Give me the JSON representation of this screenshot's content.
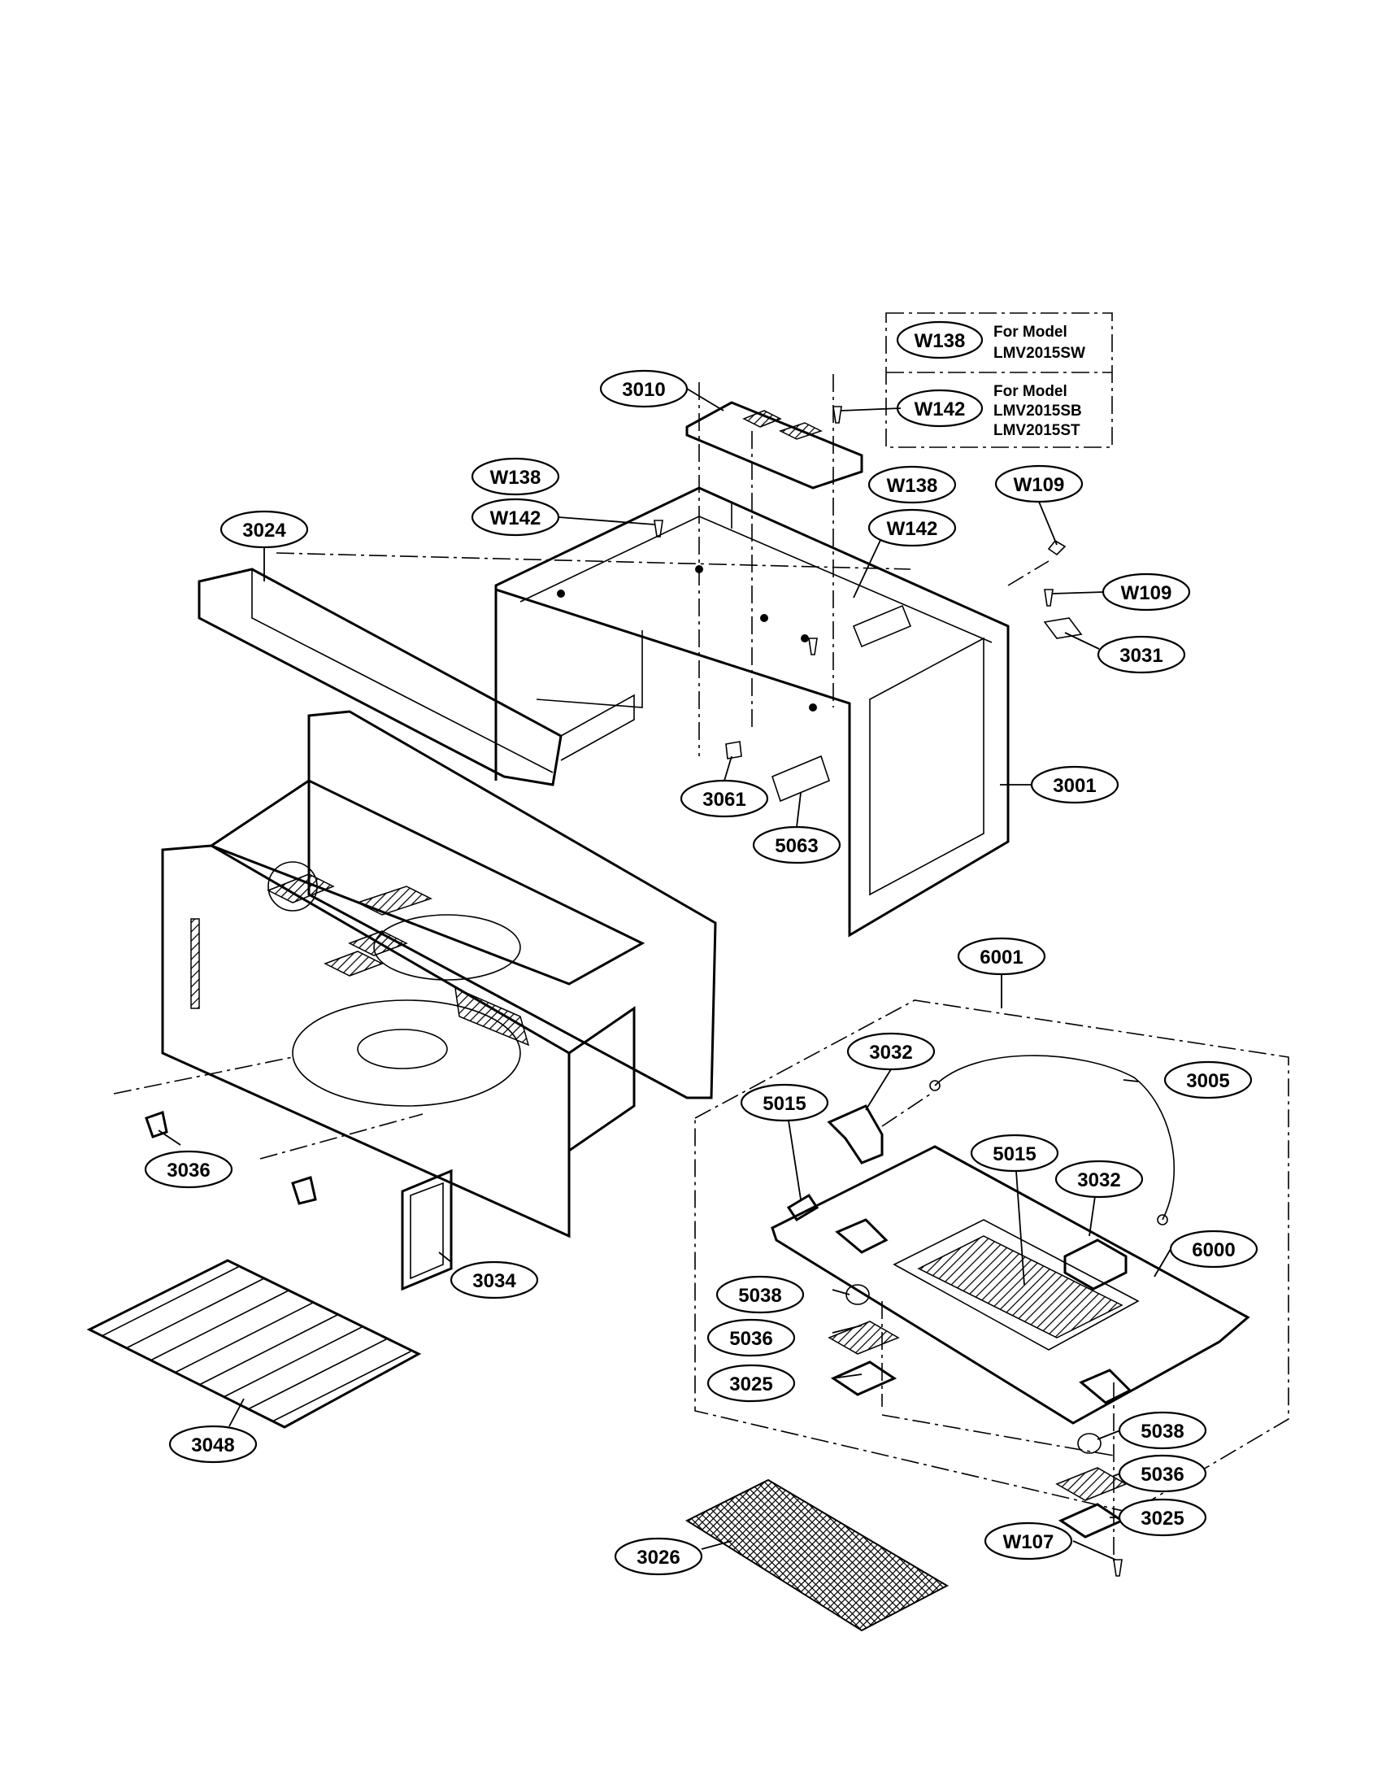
{
  "diagram": {
    "notes": [
      {
        "part": "W138",
        "text_lines": [
          "For Model",
          "LMV2015SW"
        ]
      },
      {
        "part": "W142",
        "text_lines": [
          "For Model",
          "LMV2015SB",
          "LMV2015ST"
        ]
      }
    ],
    "callouts": [
      {
        "id": "3010"
      },
      {
        "id": "W138"
      },
      {
        "id": "W142"
      },
      {
        "id": "W138"
      },
      {
        "id": "W142"
      },
      {
        "id": "W109"
      },
      {
        "id": "W109"
      },
      {
        "id": "3024"
      },
      {
        "id": "3031"
      },
      {
        "id": "3061"
      },
      {
        "id": "3001"
      },
      {
        "id": "5063"
      },
      {
        "id": "6001"
      },
      {
        "id": "3032"
      },
      {
        "id": "3005"
      },
      {
        "id": "5015"
      },
      {
        "id": "5015"
      },
      {
        "id": "3032"
      },
      {
        "id": "6000"
      },
      {
        "id": "3036"
      },
      {
        "id": "3034"
      },
      {
        "id": "5038"
      },
      {
        "id": "5036"
      },
      {
        "id": "3025"
      },
      {
        "id": "3048"
      },
      {
        "id": "5038"
      },
      {
        "id": "5036"
      },
      {
        "id": "3025"
      },
      {
        "id": "3026"
      },
      {
        "id": "W107"
      }
    ]
  }
}
